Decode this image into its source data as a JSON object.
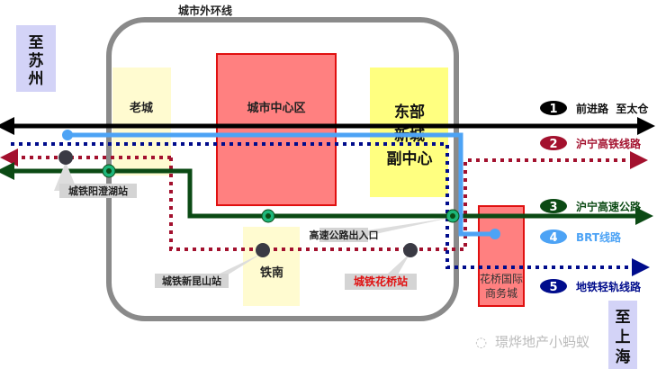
{
  "title": "城市外环线",
  "destinations": {
    "west": [
      "至",
      "苏",
      "州"
    ],
    "east": [
      "至",
      "上",
      "海"
    ]
  },
  "zones": {
    "old_city": "老城",
    "center": "城市中心区",
    "east_new_city": [
      "东部",
      "新城",
      "副中心"
    ],
    "tienan": "铁南",
    "huaqiao": [
      "花桥国际",
      "商务城"
    ]
  },
  "stations": {
    "yangchenghu": "城铁阳澄湖站",
    "highway_exit": "高速公路出入口",
    "xinkunshan": "城铁新昆山站",
    "huaqiao": "城铁花桥站"
  },
  "legend": [
    {
      "num": "1",
      "label": "前进路  至太仓",
      "color": "#000000",
      "text_color": "#111111"
    },
    {
      "num": "2",
      "label": "沪宁高铁线路",
      "color": "#a3112e",
      "text_color": "#a3112e"
    },
    {
      "num": "3",
      "label": "沪宁高速公路",
      "color": "#0b4a14",
      "text_color": "#0b4a14"
    },
    {
      "num": "4",
      "label": "BRT线路",
      "color": "#4da3f5",
      "text_color": "#4da3f5"
    },
    {
      "num": "5",
      "label": "地铁轻轨线路",
      "color": "#000c8c",
      "text_color": "#000c8c"
    }
  ],
  "watermark": "璟烨地产小蚂蚁"
}
